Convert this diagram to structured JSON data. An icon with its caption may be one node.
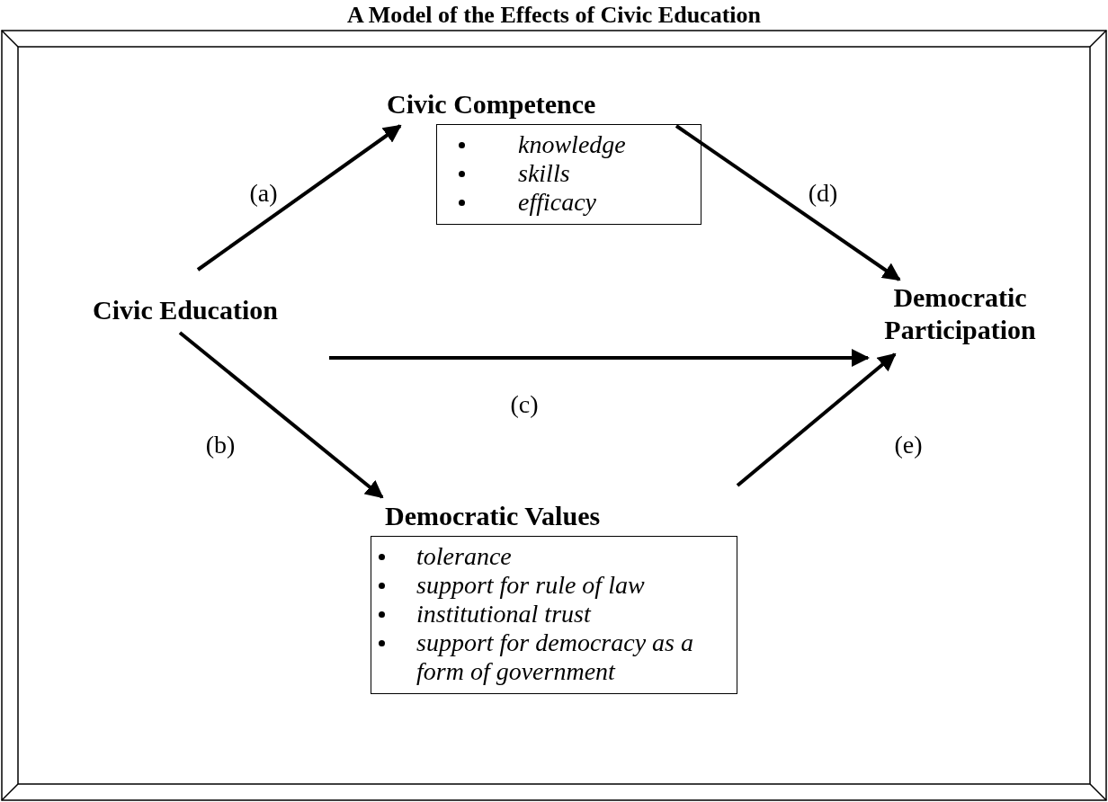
{
  "diagram": {
    "title": "A Model of the Effects of Civic Education",
    "nodes": [
      {
        "text": [
          "Civic Education"
        ]
      },
      {
        "text": [
          "Civic Competence",
          "knowledge",
          "skills",
          "efficacy"
        ]
      },
      {
        "text": [
          "Democratic Participation"
        ]
      },
      {
        "text": [
          "Democratic Values",
          "tolerance",
          "support for rule of law",
          "institutional trust",
          "support for democracy as a form of government"
        ]
      }
    ],
    "edges": [
      {
        "from": 0,
        "to": 1,
        "arrow": "to",
        "label": "(a)"
      },
      {
        "from": 0,
        "to": 3,
        "arrow": "to",
        "label": "(b)"
      },
      {
        "from": 0,
        "to": 2,
        "arrow": "to",
        "label": "(c)"
      },
      {
        "from": 1,
        "to": 2,
        "arrow": "to",
        "label": "(d)"
      },
      {
        "from": 3,
        "to": 2,
        "arrow": "to",
        "label": "(e)"
      }
    ]
  }
}
